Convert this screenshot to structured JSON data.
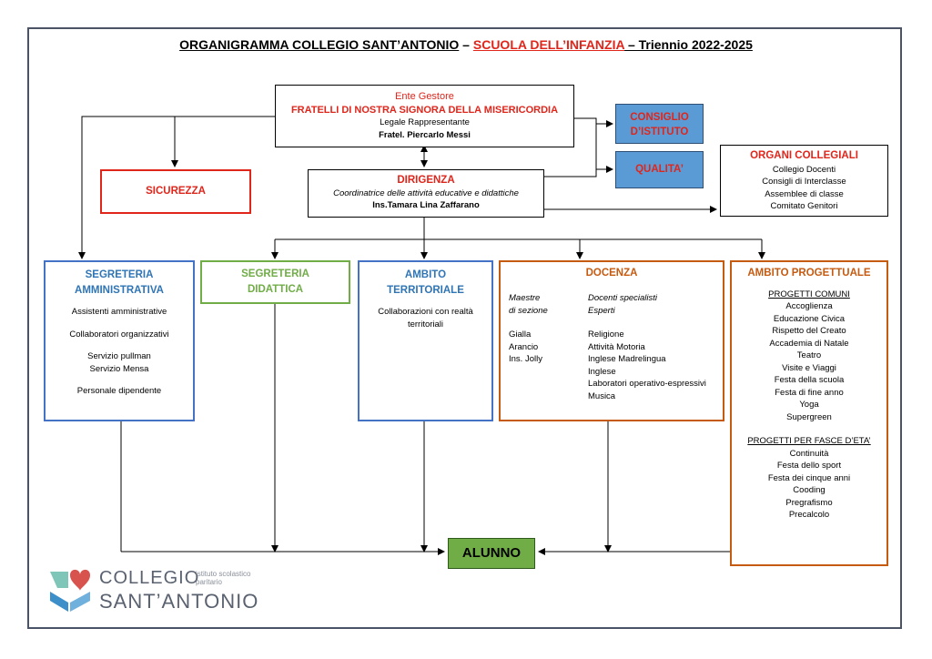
{
  "title": {
    "part1": "ORGANIGRAMMA COLLEGIO SANT’ANTONIO",
    "sep": " – ",
    "part2": "SCUOLA DELL’INFANZIA",
    "part3": " – Triennio 2022-2025"
  },
  "ente": {
    "label": "Ente Gestore",
    "name": "FRATELLI DI NOSTRA SIGNORA DELLA MISERICORDIA",
    "role": "Legale Rappresentante",
    "person": "Fratel. Piercarlo Messi"
  },
  "consiglio": {
    "line1": "CONSIGLIO",
    "line2": "D’ISTITUTO"
  },
  "qualita": {
    "label": "QUALITA’"
  },
  "sicurezza": {
    "label": "SICUREZZA"
  },
  "dirigenza": {
    "title": "DIRIGENZA",
    "subtitle": "Coordinatrice delle attività educative e didattiche",
    "person": "Ins.Tamara Lina Zaffarano"
  },
  "organi": {
    "title": "ORGANI COLLEGIALI",
    "items": [
      "Collegio Docenti",
      "Consigli di Interclasse",
      "Assemblee di classe",
      "Comitato Genitori"
    ]
  },
  "segreteria_amm": {
    "title1": "SEGRETERIA",
    "title2": "AMMINISTRATIVA",
    "items": [
      "Assistenti amministrative",
      "Collaboratori organizzativi",
      "Servizio pullman",
      "Servizio Mensa",
      "Personale dipendente"
    ]
  },
  "segreteria_did": {
    "title1": "SEGRETERIA",
    "title2": "DIDATTICA"
  },
  "ambito_terr": {
    "title1": "AMBITO",
    "title2": "TERRITORIALE",
    "text1": "Collaborazioni con realtà",
    "text2": "territoriali"
  },
  "docenza": {
    "title": "DOCENZA",
    "left_head1": "Maestre",
    "left_head2": "di sezione",
    "left_items": [
      "Gialla",
      "Arancio",
      "Ins. Jolly"
    ],
    "right_head1": "Docenti specialisti",
    "right_head2": "Esperti",
    "right_items": [
      "Religione",
      "Attività Motoria",
      "Inglese Madrelingua",
      "Inglese",
      "Laboratori operativo-espressivi",
      "Musica"
    ]
  },
  "progettuale": {
    "title": "AMBITO PROGETTUALE",
    "comuni_head": "PROGETTI COMUNI",
    "comuni": [
      "Accoglienza",
      "Educazione Civica",
      "Rispetto del Creato",
      "Accademia di Natale",
      "Teatro",
      "Visite e Viaggi",
      "Festa della scuola",
      "Festa di fine anno",
      "Yoga",
      "Supergreen"
    ],
    "fasce_head": "PROGETTI PER FASCE D’ETA’",
    "fasce": [
      "Continuità",
      "Festa dello sport",
      "Festa dei cinque anni",
      "Cooding",
      "Pregrafismo",
      "Precalcolo"
    ]
  },
  "alunno": {
    "label": "ALUNNO"
  },
  "logo": {
    "word1": "COLLEGIO",
    "word2": "SANT’ANTONIO",
    "tag1": "istituto scolastico",
    "tag2": "paritario"
  },
  "colors": {
    "red": "#e0251b",
    "blue": "#2f75b5",
    "green": "#70ad47",
    "orange": "#c55a11",
    "box_blue_fill": "#5b9bd5",
    "alunno_fill": "#70ad47",
    "frame": "#4b5466"
  }
}
